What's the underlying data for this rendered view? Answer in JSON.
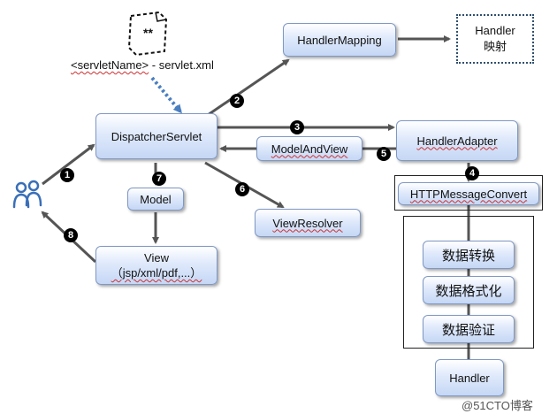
{
  "config": {
    "servlet_name_tag": "<servletName>",
    "servlet_xml_suffix": " - servlet.xml",
    "doc_glyph": "**"
  },
  "components": {
    "dispatcher_servlet": "DispatcherServlet",
    "handler_mapping": "HandlerMapping",
    "handler_adapter": "HandlerAdapter",
    "model_and_view": "ModelAndView",
    "model": "Model",
    "view_resolver": "ViewResolver",
    "view_line1": "View",
    "view_line2": "（jsp/xml/pdf,...）",
    "http_message_convert": "HTTPMessageConvert",
    "data_conversion": "数据转换",
    "data_formatting": "数据格式化",
    "data_validation": "数据验证",
    "handler": "Handler",
    "handler_mapping_result_line1": "Handler",
    "handler_mapping_result_line2": "映射"
  },
  "steps": [
    "1",
    "2",
    "3",
    "4",
    "5",
    "6",
    "7",
    "8"
  ],
  "watermark": "@51CTO博客",
  "colors": {
    "box_border": "#7f98c4",
    "arrow": "#555555",
    "dotted_arrow": "#4a7fc0",
    "badge": "#000000"
  }
}
